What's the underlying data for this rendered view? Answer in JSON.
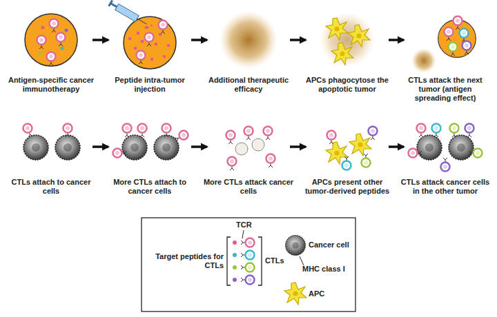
{
  "diagram": {
    "nodes": [
      {
        "text": [
          "Antigen-specific cancer immunotherapy"
        ]
      },
      {
        "text": [
          "Peptide intra-tumor injection"
        ]
      },
      {
        "text": [
          "Additional therapeutic efficacy"
        ]
      },
      {
        "text": [
          "APCs phagocytose the apoptotic tumor"
        ]
      },
      {
        "text": [
          "CTLs attack the next tumor (antigen spreading effect)"
        ]
      },
      {
        "text": [
          "CTLs attach to cancer cells"
        ]
      },
      {
        "text": [
          "More CTLs attach to cancer cells"
        ]
      },
      {
        "text": [
          "More CTLs attack cancer cells"
        ]
      },
      {
        "text": [
          "APCs present other tumor-derived peptides"
        ]
      },
      {
        "text": [
          "CTLs attack cancer cells in the other tumor"
        ]
      }
    ],
    "edges": [
      {
        "from": 0,
        "to": 1,
        "arrow": "to"
      },
      {
        "from": 1,
        "to": 2,
        "arrow": "to"
      },
      {
        "from": 2,
        "to": 3,
        "arrow": "to"
      },
      {
        "from": 3,
        "to": 4,
        "arrow": "to"
      },
      {
        "from": 5,
        "to": 6,
        "arrow": "to"
      },
      {
        "from": 6,
        "to": 7,
        "arrow": "to"
      },
      {
        "from": 7,
        "to": 8,
        "arrow": "to"
      },
      {
        "from": 8,
        "to": 9,
        "arrow": "to"
      }
    ],
    "labels": [
      "TCR",
      "MHC class I"
    ],
    "legend": [
      {
        "text": "Target peptides for CTLs"
      },
      {
        "text": "CTLs"
      },
      {
        "text": "Cancer cell"
      },
      {
        "text": "APC"
      }
    ]
  }
}
